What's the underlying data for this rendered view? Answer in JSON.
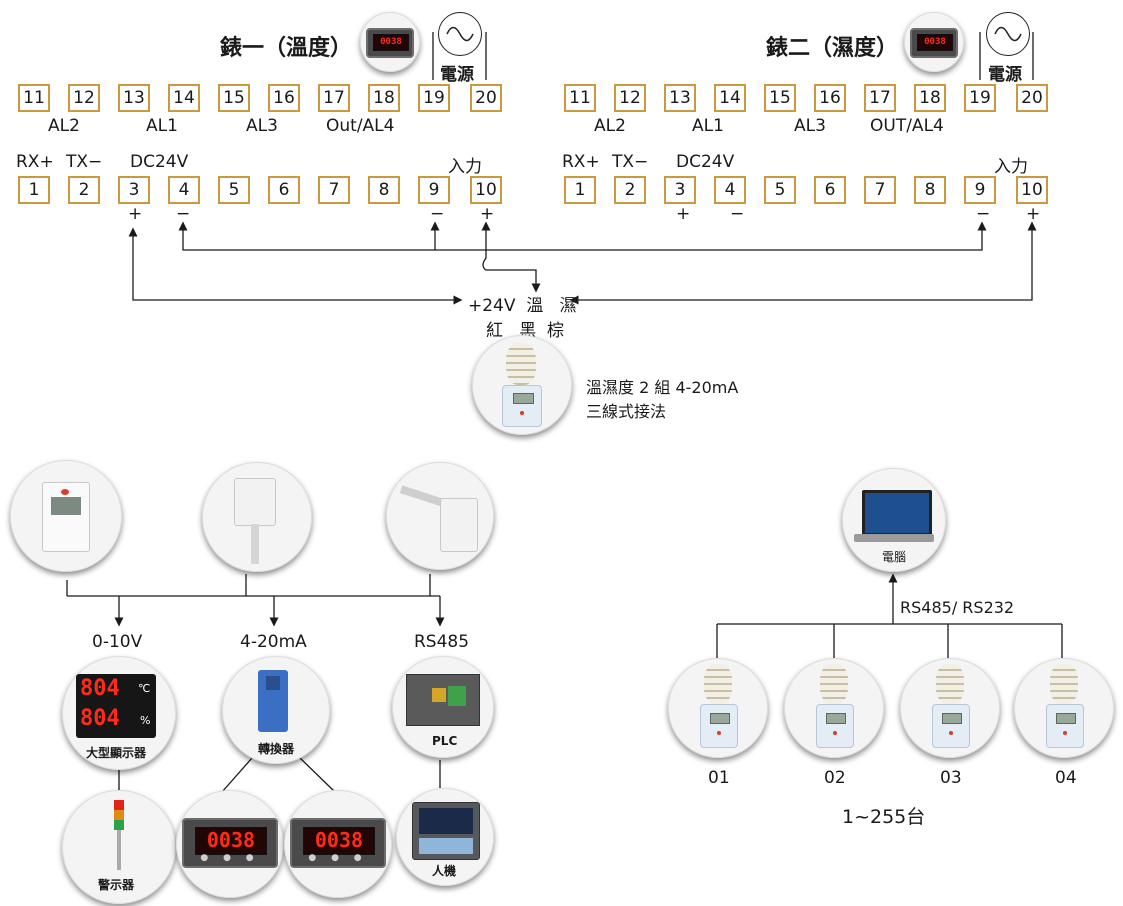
{
  "meter1": {
    "title": "錶一（溫度）",
    "power_label": "電源",
    "top_terminals": [
      "11",
      "12",
      "13",
      "14",
      "15",
      "16",
      "17",
      "18",
      "19",
      "20"
    ],
    "top_groups": [
      "AL2",
      "AL1",
      "AL3",
      "Out/AL4"
    ],
    "bottom_labels": {
      "rx": "RX+",
      "tx": "TX−",
      "dc": "DC24V",
      "input": "入力"
    },
    "bottom_terminals": [
      "1",
      "2",
      "3",
      "4",
      "5",
      "6",
      "7",
      "8",
      "9",
      "10"
    ],
    "polarity": {
      "t3": "+",
      "t4": "−",
      "t9": "−",
      "t10": "+"
    }
  },
  "meter2": {
    "title": "錶二（濕度）",
    "power_label": "電源",
    "top_terminals": [
      "11",
      "12",
      "13",
      "14",
      "15",
      "16",
      "17",
      "18",
      "19",
      "20"
    ],
    "top_groups": [
      "AL2",
      "AL1",
      "AL3",
      "OUT/AL4"
    ],
    "bottom_labels": {
      "rx": "RX+",
      "tx": "TX−",
      "dc": "DC24V",
      "input": "入力"
    },
    "bottom_terminals": [
      "1",
      "2",
      "3",
      "4",
      "5",
      "6",
      "7",
      "8",
      "9",
      "10"
    ],
    "polarity": {
      "t3": "+",
      "t4": "−",
      "t9": "−",
      "t10": "+"
    }
  },
  "meter_display": "0038",
  "wires": {
    "line1": "+24V  溫   濕",
    "line2": "紅   黑  棕"
  },
  "sensor_note": {
    "line1": "溫濕度 2 組 4-20mA",
    "line2": "三線式接法"
  },
  "outputs": {
    "o1": "0-10V",
    "o2": "4-20mA",
    "o3": "RS485"
  },
  "devices": {
    "big_display": "大型顯示器",
    "big_display_top": "804",
    "big_display_bottom": "804",
    "unit_c": "℃",
    "unit_pct": "%",
    "converter": "轉換器",
    "plc": "PLC",
    "alarm": "警示器",
    "hmi": "人機"
  },
  "network": {
    "computer": "電腦",
    "bus": "RS485/ RS232",
    "nodes": [
      "01",
      "02",
      "03",
      "04"
    ],
    "range": "1~255台"
  }
}
